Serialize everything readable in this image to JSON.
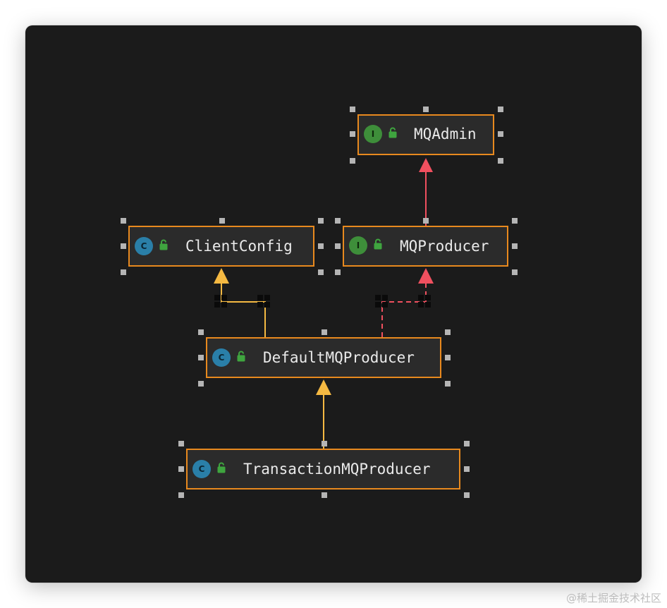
{
  "diagram": {
    "nodes": [
      {
        "id": "mqadmin",
        "label": "MQAdmin",
        "kind": "interface",
        "badge": "I"
      },
      {
        "id": "clientconfig",
        "label": "ClientConfig",
        "kind": "class",
        "badge": "C"
      },
      {
        "id": "mqproducer",
        "label": "MQProducer",
        "kind": "interface",
        "badge": "I"
      },
      {
        "id": "defaultmqproducer",
        "label": "DefaultMQProducer",
        "kind": "class",
        "badge": "C"
      },
      {
        "id": "transactionmqproducer",
        "label": "TransactionMQProducer",
        "kind": "class",
        "badge": "C"
      }
    ],
    "edges": [
      {
        "from": "mqproducer",
        "to": "mqadmin",
        "type": "extends-interface",
        "style": "solid",
        "color": "#f0505f"
      },
      {
        "from": "defaultmqproducer",
        "to": "clientconfig",
        "type": "extends",
        "style": "solid",
        "color": "#f5b942"
      },
      {
        "from": "defaultmqproducer",
        "to": "mqproducer",
        "type": "implements",
        "style": "dashed",
        "color": "#f0505f"
      },
      {
        "from": "transactionmqproducer",
        "to": "defaultmqproducer",
        "type": "extends",
        "style": "solid",
        "color": "#f5b942"
      }
    ]
  },
  "colors": {
    "background": "#1b1b1b",
    "node_fill": "#2b2b2b",
    "node_border": "#e8891e",
    "interface_badge": "#3e8e3a",
    "class_badge": "#2a7fa8",
    "lock_icon": "#3fa53f",
    "handle": "#b5b5b5"
  },
  "watermark": "@稀土掘金技术社区"
}
